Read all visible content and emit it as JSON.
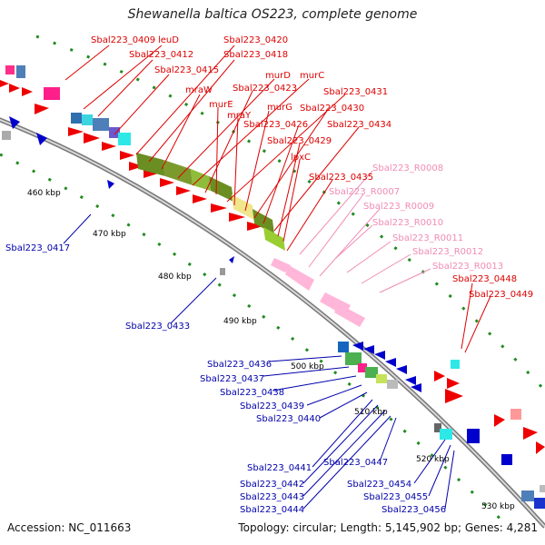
{
  "header": {
    "title": "Shewanella baltica OS223, complete genome"
  },
  "footer": {
    "accession": "Accession: NC_011663",
    "summary": "Topology: circular; Length: 5,145,902 bp; Genes: 4,281"
  },
  "colors": {
    "red_labels": "#dd0000",
    "pink_labels": "#f08cb4",
    "blue_labels": "#0000aa",
    "backbone": "#888888",
    "ticks": "#228b22"
  },
  "scale_labels": [
    "460 kbp",
    "470 kbp",
    "480 kbp",
    "490 kbp",
    "500 kbp",
    "510 kbp",
    "520 kbp",
    "530 kbp"
  ],
  "labels_red": [
    "Sbal223_0409",
    "leuD",
    "Sbal223_0412",
    "Sbal223_0415",
    "Sbal223_0420",
    "Sbal223_0418",
    "mraW",
    "murD",
    "murC",
    "Sbal223_0423",
    "murE",
    "Sbal223_0431",
    "mraY",
    "murG",
    "Sbal223_0430",
    "Sbal223_0426",
    "Sbal223_0434",
    "Sbal223_0429",
    "lpxC",
    "Sbal223_0435",
    "Sbal223_0448",
    "Sbal223_0449"
  ],
  "labels_pink": [
    "Sbal223_R0008",
    "Sbal223_R0007",
    "Sbal223_R0009",
    "Sbal223_R0010",
    "Sbal223_R0011",
    "Sbal223_R0012",
    "Sbal223_R0013"
  ],
  "labels_blue": [
    "Sbal223_0417",
    "Sbal223_0433",
    "Sbal223_0436",
    "Sbal223_0437",
    "Sbal223_0438",
    "Sbal223_0439",
    "Sbal223_0440",
    "Sbal223_0441",
    "Sbal223_0442",
    "Sbal223_0443",
    "Sbal223_0444",
    "Sbal223_0447",
    "Sbal223_0454",
    "Sbal223_0455",
    "Sbal223_0456"
  ]
}
